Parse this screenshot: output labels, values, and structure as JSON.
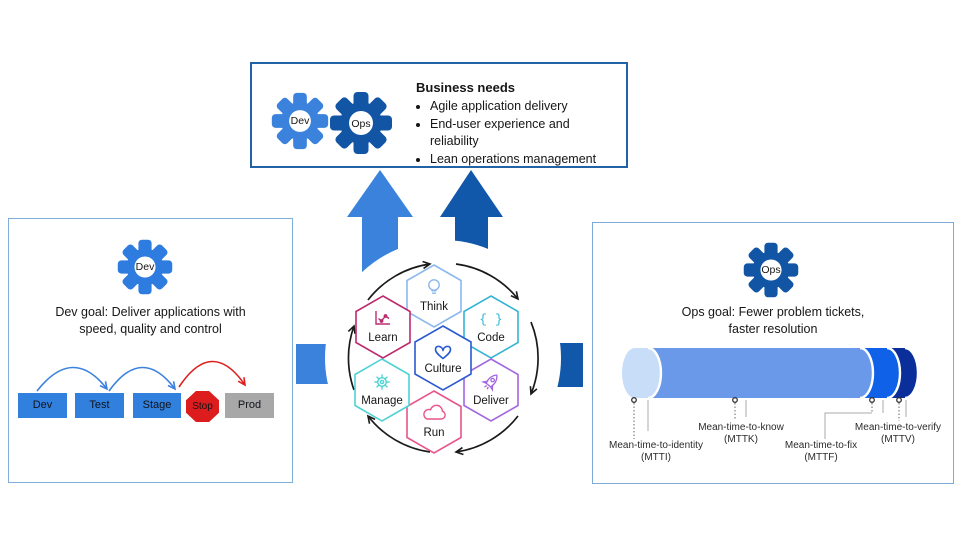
{
  "top_box": {
    "title": "Business needs",
    "bullets": [
      "Agile application delivery",
      "End-user experience and reliability",
      "Lean operations management"
    ],
    "dev_gear_label": "Dev",
    "ops_gear_label": "Ops"
  },
  "left_box": {
    "gear_label": "Dev",
    "goal_line1": "Dev goal: Deliver applications with",
    "goal_line2": "speed, quality and control",
    "pipeline": {
      "stages": [
        {
          "label": "Dev"
        },
        {
          "label": "Test"
        },
        {
          "label": "Stage"
        },
        {
          "label": "Stop"
        },
        {
          "label": "Prod"
        }
      ]
    }
  },
  "center": {
    "hexagons": [
      {
        "label": "Think",
        "icon": "lightbulb-icon",
        "color": "#8cb8ee"
      },
      {
        "label": "Code",
        "icon": "braces-icon",
        "color": "#35b4d4",
        "icon_glyph": "{ }"
      },
      {
        "label": "Deliver",
        "icon": "rocket-icon",
        "color": "#a266e0"
      },
      {
        "label": "Run",
        "icon": "cloud-icon",
        "color": "#e8548c"
      },
      {
        "label": "Manage",
        "icon": "gear-icon",
        "color": "#4fd2d4"
      },
      {
        "label": "Learn",
        "icon": "chart-icon",
        "color": "#bb2b6e"
      },
      {
        "label": "Culture",
        "icon": "heart-icon",
        "color": "#2a59d0"
      }
    ],
    "colors": {
      "left_up_arrow": "#3b82dd",
      "right_up_arrow": "#1158ab",
      "cycle_arrows": "#1a1a1a"
    }
  },
  "right_box": {
    "gear_label": "Ops",
    "goal_line1": "Ops goal: Fewer problem tickets,",
    "goal_line2": "faster resolution",
    "bar_segment_colors": [
      "#c7ddf8",
      "#6b99ea",
      "#0f62e8",
      "#0a2f9b",
      "#1e4fd6"
    ],
    "metrics": [
      {
        "line1": "Mean-time-to-identity",
        "line2": "(MTTI)"
      },
      {
        "line1": "Mean-time-to-know",
        "line2": "(MTTK)"
      },
      {
        "line1": "Mean-time-to-fix",
        "line2": "(MTTF)"
      },
      {
        "line1": "Mean-time-to-verify",
        "line2": "(MTTV)"
      }
    ]
  }
}
